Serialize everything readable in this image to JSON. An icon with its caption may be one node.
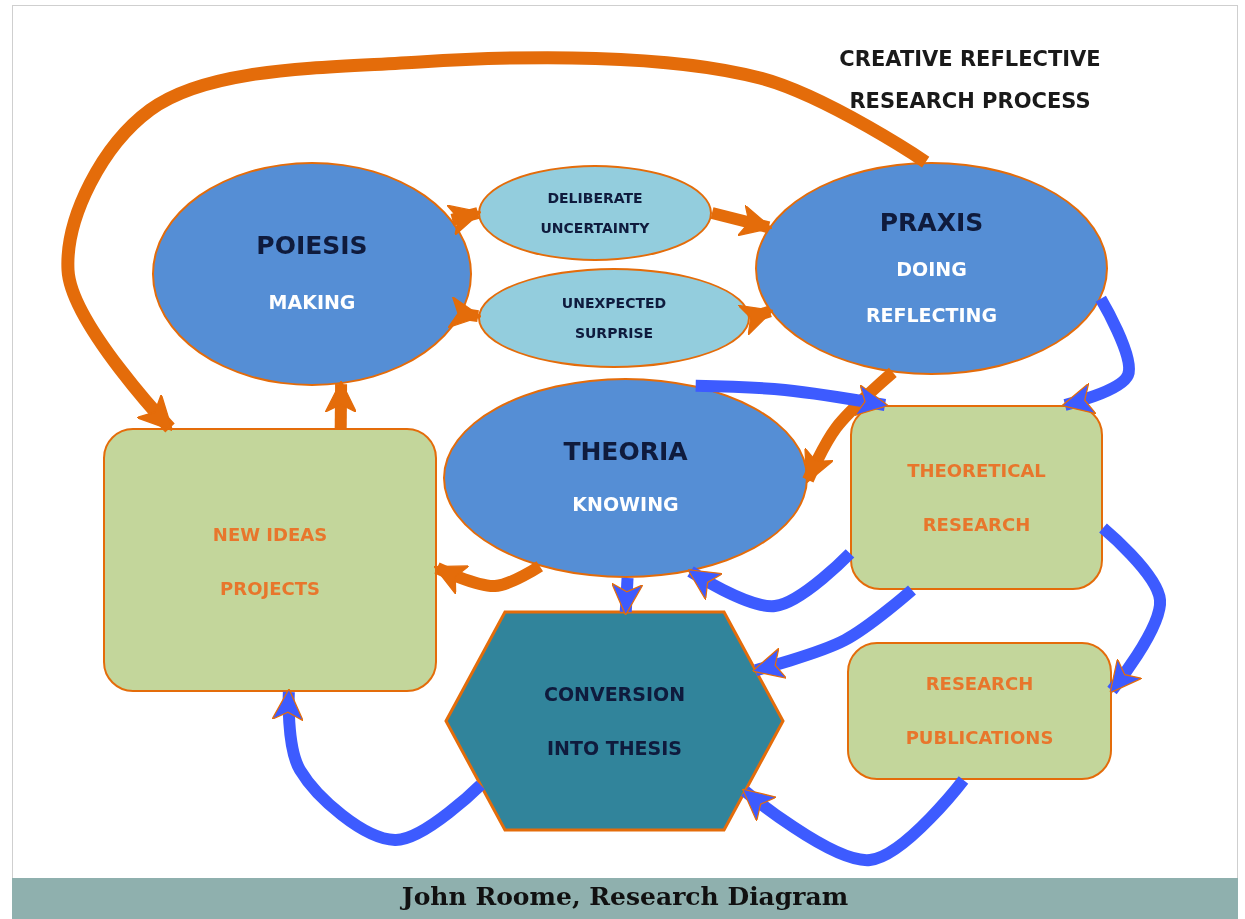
{
  "diagram": {
    "title": "CREATIVE REFLECTIVE RESEARCH PROCESS",
    "caption": "John Roome, Research Diagram",
    "nodes": [
      {
        "text": [
          "POIESIS",
          "MAKING"
        ]
      },
      {
        "text": [
          "DELIBERATE UNCERTAINTY"
        ]
      },
      {
        "text": [
          "UNEXPECTED SURPRISE"
        ]
      },
      {
        "text": [
          "PRAXIS",
          "DOING",
          "REFLECTING"
        ]
      },
      {
        "text": [
          "THEORIA",
          "KNOWING"
        ]
      },
      {
        "text": [
          "NEW IDEAS",
          "PROJECTS"
        ]
      },
      {
        "text": [
          "THEORETICAL RESEARCH"
        ]
      },
      {
        "text": [
          "CONVERSION INTO THESIS"
        ]
      },
      {
        "text": [
          "RESEARCH PUBLICATIONS"
        ]
      }
    ],
    "edges": [
      {
        "from": 0,
        "to": 1,
        "arrow": "to"
      },
      {
        "from": 0,
        "to": 2,
        "arrow": "to"
      },
      {
        "from": 1,
        "to": 3,
        "arrow": "to"
      },
      {
        "from": 2,
        "to": 3,
        "arrow": "to"
      },
      {
        "from": 3,
        "to": 5,
        "arrow": "to"
      },
      {
        "from": 5,
        "to": 0,
        "arrow": "to"
      },
      {
        "from": 4,
        "to": 5,
        "arrow": "to"
      },
      {
        "from": 3,
        "to": 4,
        "arrow": "to"
      },
      {
        "from": 3,
        "to": 6,
        "arrow": "to",
        "color": "#3d5bff"
      },
      {
        "from": 4,
        "to": 6,
        "arrow": "to",
        "color": "#3d5bff"
      },
      {
        "from": 6,
        "to": 4,
        "arrow": "to",
        "color": "#3d5bff"
      },
      {
        "from": 6,
        "to": 7,
        "arrow": "to",
        "color": "#3d5bff"
      },
      {
        "from": 6,
        "to": 8,
        "arrow": "to",
        "color": "#3d5bff"
      },
      {
        "from": 4,
        "to": 7,
        "arrow": "to",
        "color": "#3d5bff"
      },
      {
        "from": 7,
        "to": 5,
        "arrow": "to",
        "color": "#3d5bff"
      },
      {
        "from": 8,
        "to": 7,
        "arrow": "to",
        "color": "#3d5bff"
      }
    ]
  }
}
